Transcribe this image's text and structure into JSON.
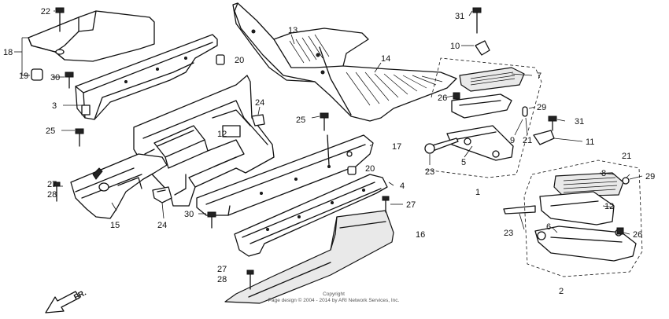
{
  "diagram": {
    "callouts": {
      "c1": "1",
      "c2": "2",
      "c3": "3",
      "c4": "4",
      "c5": "5",
      "c6": "6",
      "c7": "7",
      "c8": "8",
      "c9": "9",
      "c10": "10",
      "c11": "11",
      "c12_left": "12",
      "c12_right": "12",
      "c13": "13",
      "c14": "14",
      "c15": "15",
      "c16": "16",
      "c17": "17",
      "c18": "18",
      "c19": "19",
      "c20_top": "20",
      "c20_mid": "20",
      "c21_top": "21",
      "c21_right": "21",
      "c22": "22",
      "c23_left": "23",
      "c23_right": "23",
      "c24_top": "24",
      "c24_bottom": "24",
      "c25_left": "25",
      "c25_mid": "25",
      "c26_top": "26",
      "c26_right": "26",
      "c27_left": "27",
      "c27_mid": "27",
      "c27_bottom": "27",
      "c28_left": "28",
      "c28_bottom": "28",
      "c29_top": "29",
      "c29_right": "29",
      "c30_top": "30",
      "c30_bottom": "30",
      "c31_top": "31",
      "c31_mid": "31"
    },
    "direction_marker": "FR.",
    "copyright_line1": "Copyright",
    "copyright_line2": "Page design © 2004 - 2014 by ARI Network Services, Inc."
  }
}
